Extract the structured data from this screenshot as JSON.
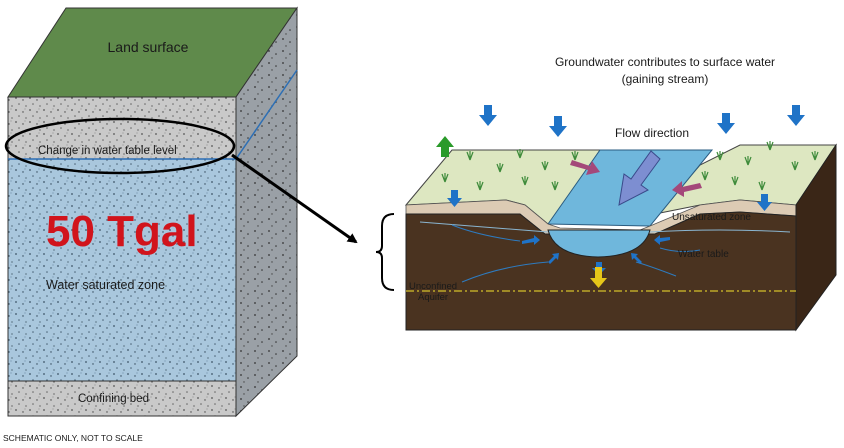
{
  "left_block": {
    "land_surface": "Land surface",
    "change_in_water_table": "Change in water table level",
    "volume": "50 Tgal",
    "saturated_zone": "Water saturated zone",
    "confining_bed": "Confining bed"
  },
  "right_block": {
    "title_line1": "Groundwater contributes to surface water",
    "title_line2": "(gaining stream)",
    "flow_direction": "Flow direction",
    "unsaturated_zone": "Unsaturated zone",
    "water_table": "Water table",
    "unconfined_line1": "Unconfined",
    "unconfined_line2": "Aquifer"
  },
  "footer_note": "SCHEMATIC ONLY, NOT TO SCALE",
  "colors": {
    "land_green": "#5f8a4b",
    "gravel_gray": "#c8c8c8",
    "saturated_blue": "#a9c7dd",
    "soil_brown": "#4a3320",
    "stream_blue": "#6fb7dc",
    "volume_red": "#d1141c",
    "arrow_blue": "#1f73c7",
    "arrow_magenta": "#a4487a",
    "arrow_green": "#2a9a2a",
    "arrow_yellow": "#e6c619"
  }
}
